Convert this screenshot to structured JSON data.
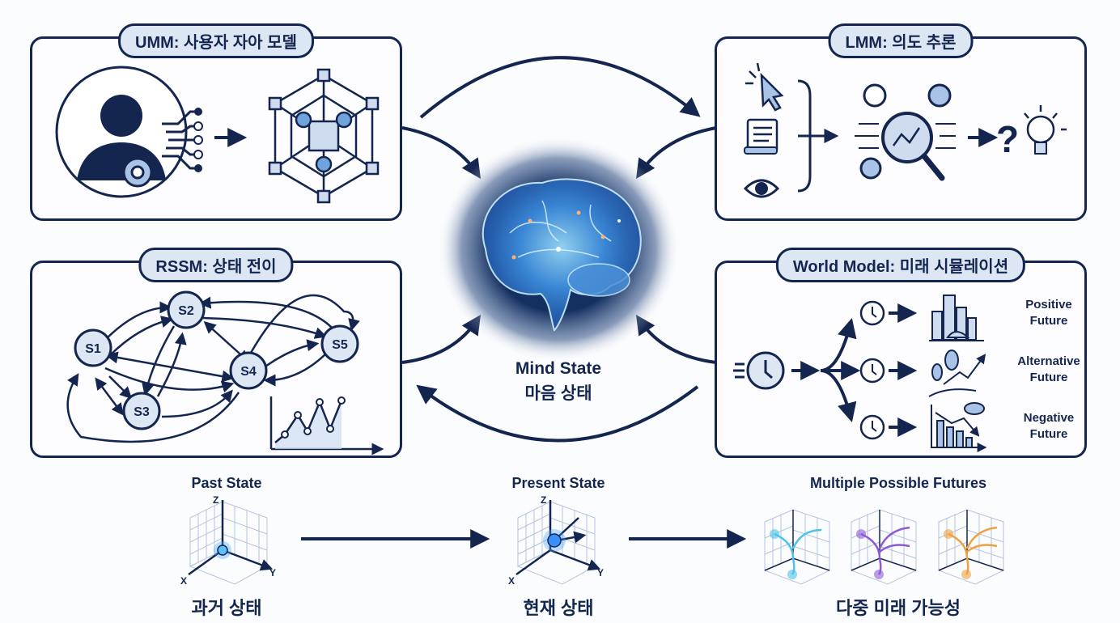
{
  "panels": {
    "umm": {
      "title": "UMM: 사용자 자아 모델"
    },
    "lmm": {
      "title": "LMM: 의도 추론"
    },
    "rssm": {
      "title": "RSSM: 상태 전이",
      "nodes": [
        "S1",
        "S2",
        "S3",
        "S4",
        "S5"
      ]
    },
    "world": {
      "title": "World Model: 미래 시뮬레이션",
      "futures": [
        {
          "line1": "Positive",
          "line2": "Future"
        },
        {
          "line1": "Alternative",
          "line2": "Future"
        },
        {
          "line1": "Negative",
          "line2": "Future"
        }
      ]
    }
  },
  "center": {
    "title_en": "Mind State",
    "title_ko": "마음 상태"
  },
  "timeline": {
    "past": {
      "title": "Past State",
      "subtitle": "과거 상태"
    },
    "present": {
      "title": "Present State",
      "subtitle": "현재 상태"
    },
    "futures": {
      "title": "Multiple Possible Futures",
      "subtitle": "다중 미래 가능성"
    },
    "axes": {
      "x": "X",
      "y": "Y",
      "z": "Z"
    }
  },
  "colors": {
    "navy": "#14264f",
    "panel_title_bg": "#dde6f3",
    "icon_fill": "#a9c3e6",
    "future_cyan": "#4cc3e8",
    "future_purple": "#8d5ad8",
    "future_orange": "#f0a040"
  }
}
